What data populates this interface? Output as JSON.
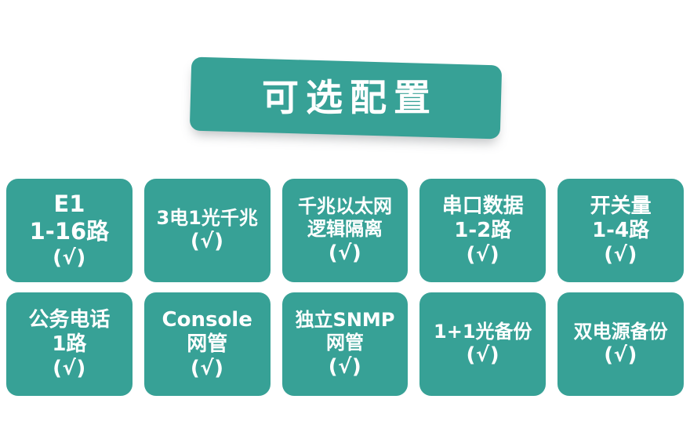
{
  "banner": {
    "title": "可选配置",
    "color": "#37a196",
    "text_color": "#ffffff"
  },
  "theme": {
    "accent": "#37a196",
    "background": "#ffffff",
    "card_text": "#ffffff"
  },
  "check_mark": "(√)",
  "rows": [
    {
      "cards": [
        {
          "lines": [
            "E1",
            "1-16路",
            "(√)"
          ],
          "size": "fs-xl"
        },
        {
          "lines": [
            "3电1光千兆",
            "(√)"
          ],
          "size": "fs-md"
        },
        {
          "lines": [
            "千兆以太网",
            "逻辑隔离",
            "(√)"
          ],
          "size": "fs-md"
        },
        {
          "lines": [
            "串口数据",
            "1-2路",
            "(√)"
          ],
          "size": "fs-lg"
        },
        {
          "lines": [
            "开关量",
            "1-4路",
            "(√)"
          ],
          "size": "fs-lg"
        }
      ]
    },
    {
      "cards": [
        {
          "lines": [
            "公务电话",
            "1路",
            "(√)"
          ],
          "size": "fs-lg"
        },
        {
          "lines": [
            "Console",
            "网管",
            "(√)"
          ],
          "size": "fs-lg"
        },
        {
          "lines": [
            "独立SNMP",
            "网管",
            "(√)"
          ],
          "size": "fs-md"
        },
        {
          "lines": [
            "1+1光备份",
            "(√)"
          ],
          "size": "fs-md"
        },
        {
          "lines": [
            "双电源备份",
            "(√)"
          ],
          "size": "fs-md"
        }
      ]
    }
  ]
}
